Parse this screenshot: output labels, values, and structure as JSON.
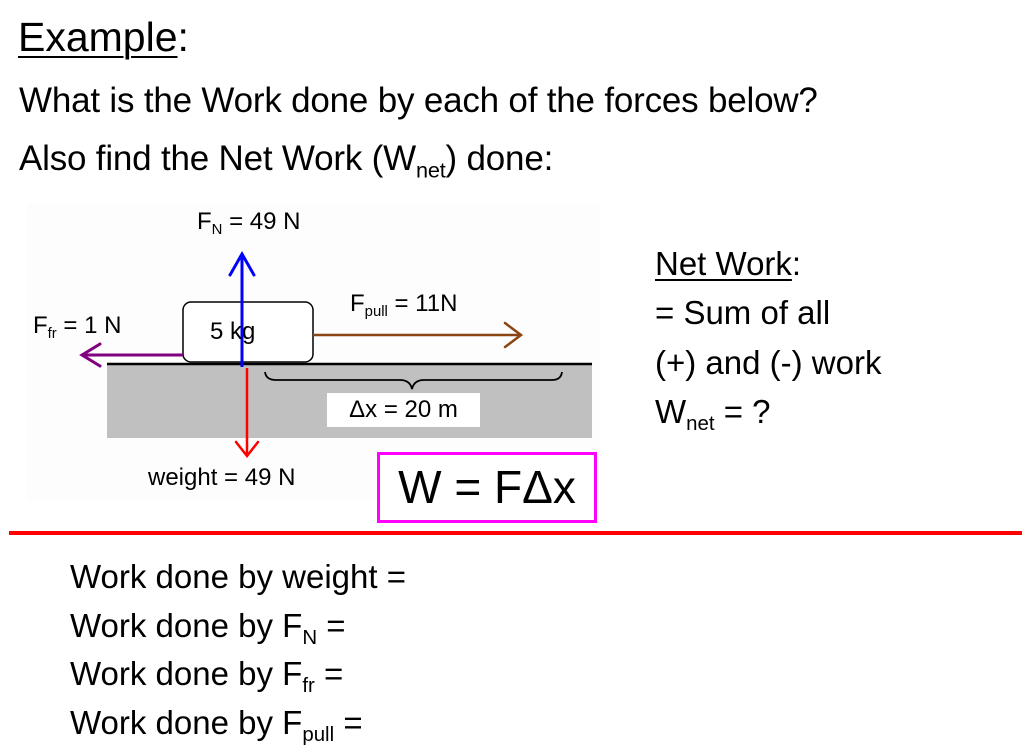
{
  "heading": {
    "title": "Example",
    "title_suffix": ":"
  },
  "question": {
    "line1": "What is the Work done by each of the forces below?",
    "line2_pre": "Also find the Net Work (W",
    "line2_sub": "net",
    "line2_post": ") done:"
  },
  "diagram": {
    "mass_label": "5 kg",
    "normal_force": {
      "symbol": "F",
      "sub": "N",
      "value": " = 49 N",
      "color": "#0000ff"
    },
    "friction_force": {
      "symbol": "F",
      "sub": "fr",
      "value": " = 1 N",
      "color": "#800080"
    },
    "pull_force": {
      "symbol": "F",
      "sub": "pull",
      "value": " = 11N",
      "color": "#8b4513"
    },
    "weight": {
      "label": "weight = 49 N",
      "color": "#ff0000"
    },
    "displacement": "Δx = 20 m",
    "ground_color": "#c0c0c0",
    "formula": "W = FΔx",
    "formula_border_color": "#ff00ff"
  },
  "net_work": {
    "title": "Net Work",
    "title_suffix": ":",
    "line1": "= Sum of all",
    "line2": "(+) and (-) work",
    "line3_pre": "W",
    "line3_sub": "net",
    "line3_post": " = ?"
  },
  "divider_color": "#ff0000",
  "work_lines": [
    {
      "pre": "Work done by weight =",
      "sub": "",
      "post": ""
    },
    {
      "pre": "Work done by F",
      "sub": "N",
      "post": " ="
    },
    {
      "pre": "Work done by F",
      "sub": "fr",
      "post": " ="
    },
    {
      "pre": "Work done by F",
      "sub": "pull",
      "post": " ="
    }
  ]
}
